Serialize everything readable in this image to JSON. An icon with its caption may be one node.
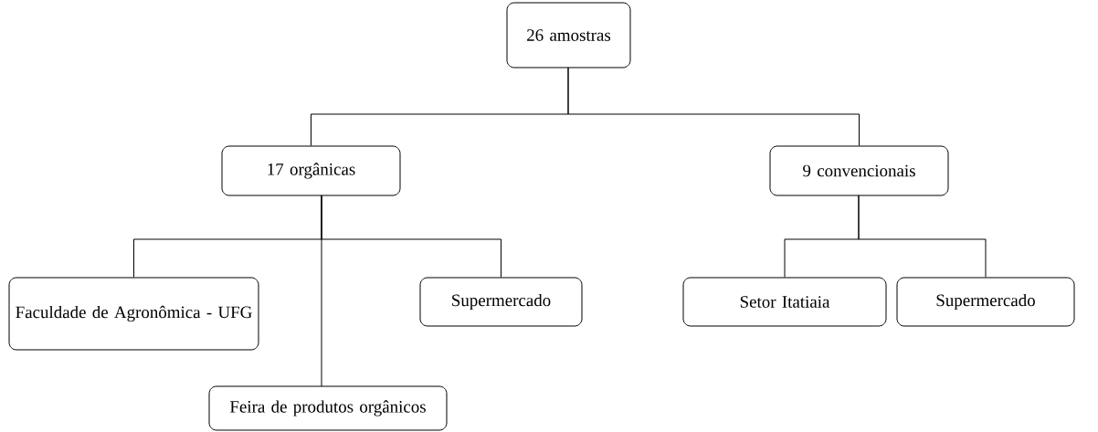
{
  "diagram": {
    "nodes": [
      {
        "text": [
          "26 amostras"
        ]
      },
      {
        "text": [
          "17 orgânicas"
        ]
      },
      {
        "text": [
          "9 convencionais"
        ]
      },
      {
        "text": [
          "Faculdade de Agronômica - UFG"
        ]
      },
      {
        "text": [
          "Supermercado"
        ]
      },
      {
        "text": [
          "Feira de produtos orgânicos"
        ]
      },
      {
        "text": [
          "Setor Itatiaia"
        ]
      },
      {
        "text": [
          "Supermercado"
        ]
      }
    ],
    "edges": [
      {
        "from": 0,
        "to": 1,
        "arrow": "none"
      },
      {
        "from": 0,
        "to": 2,
        "arrow": "none"
      },
      {
        "from": 1,
        "to": 3,
        "arrow": "none"
      },
      {
        "from": 1,
        "to": 5,
        "arrow": "none"
      },
      {
        "from": 1,
        "to": 4,
        "arrow": "none"
      },
      {
        "from": 2,
        "to": 6,
        "arrow": "none"
      },
      {
        "from": 2,
        "to": 7,
        "arrow": "none"
      }
    ]
  }
}
